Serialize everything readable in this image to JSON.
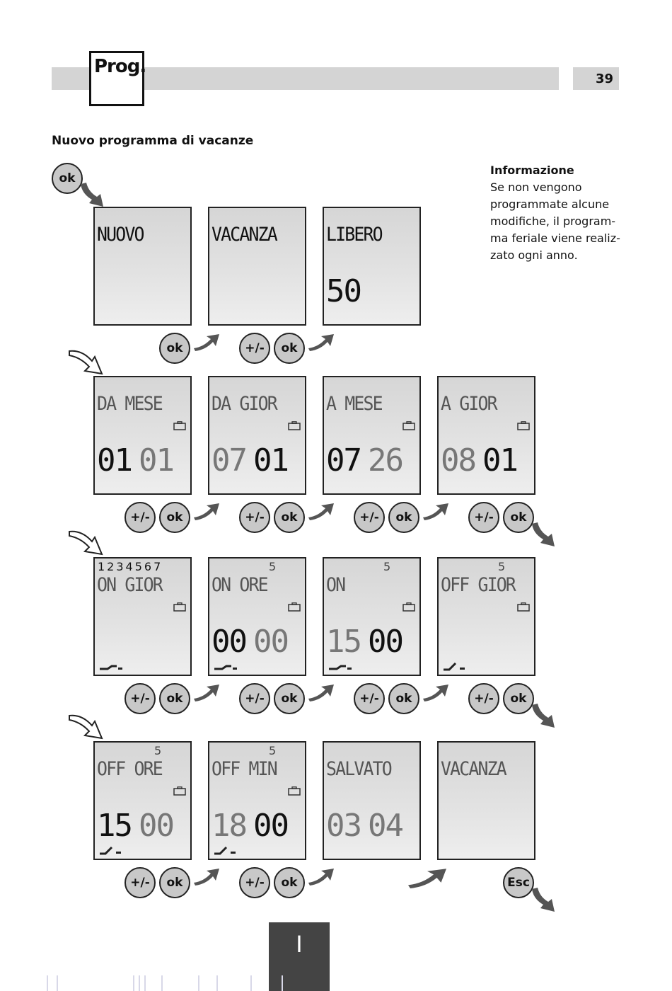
{
  "header": {
    "tab_label": "Prog.",
    "page_number": "39"
  },
  "title": "Nuovo programma di vacanze",
  "info": {
    "heading": "Informazione",
    "lines": [
      "Se non vengono",
      "programmate alcune",
      "modifiche, il program-",
      "ma feriale viene realiz-",
      "zato ogni anno."
    ]
  },
  "buttons": {
    "ok": "ok",
    "plusminus": "+/-",
    "esc": "Esc"
  },
  "screens": [
    {
      "label": "NUOVO"
    },
    {
      "label": "VACANZA"
    },
    {
      "label": "LIBERO",
      "value": "50"
    },
    {
      "label": "DA MESE",
      "a": "01",
      "b": "01"
    },
    {
      "label": "DA GIOR",
      "a": "07",
      "b": "01"
    },
    {
      "label": "A MESE",
      "a": "07",
      "b": "26"
    },
    {
      "label": "A GIOR",
      "a": "08",
      "b": "01"
    },
    {
      "days": "1234567",
      "label": "ON GIOR"
    },
    {
      "top": "5",
      "label": "ON ORE",
      "a": "00",
      "b": "00"
    },
    {
      "top": "5",
      "label": "ON",
      "a": "15",
      "b": "00"
    },
    {
      "top": "5",
      "label": "OFF GIOR"
    },
    {
      "top": "5",
      "label": "OFF ORE",
      "a": "15",
      "b": "00"
    },
    {
      "top": "5",
      "label": "OFF MIN",
      "a": "18",
      "b": "00"
    },
    {
      "label": "SALVATO",
      "a": "03",
      "b": "04"
    },
    {
      "label": "VACANZA"
    }
  ],
  "footer": {
    "language_tab": "I"
  }
}
